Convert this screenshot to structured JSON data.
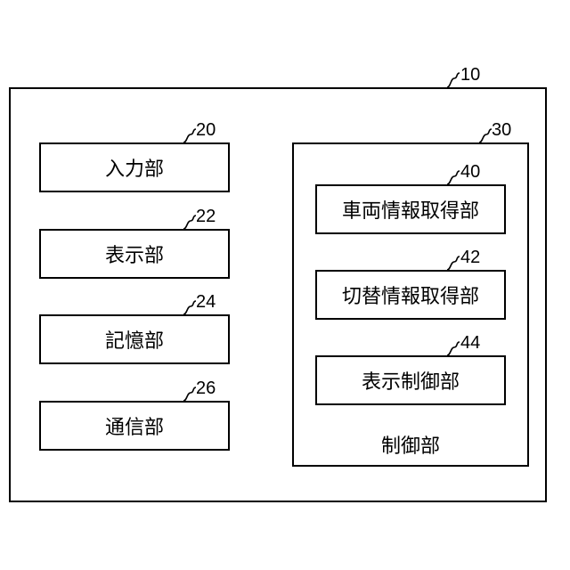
{
  "device": {
    "ref": "10"
  },
  "left_units": [
    {
      "ref": "20",
      "label": "入力部"
    },
    {
      "ref": "22",
      "label": "表示部"
    },
    {
      "ref": "24",
      "label": "記憶部"
    },
    {
      "ref": "26",
      "label": "通信部"
    }
  ],
  "controller": {
    "ref": "30",
    "label": "制御部",
    "units": [
      {
        "ref": "40",
        "label": "車両情報取得部"
      },
      {
        "ref": "42",
        "label": "切替情報取得部"
      },
      {
        "ref": "44",
        "label": "表示制御部"
      }
    ]
  }
}
